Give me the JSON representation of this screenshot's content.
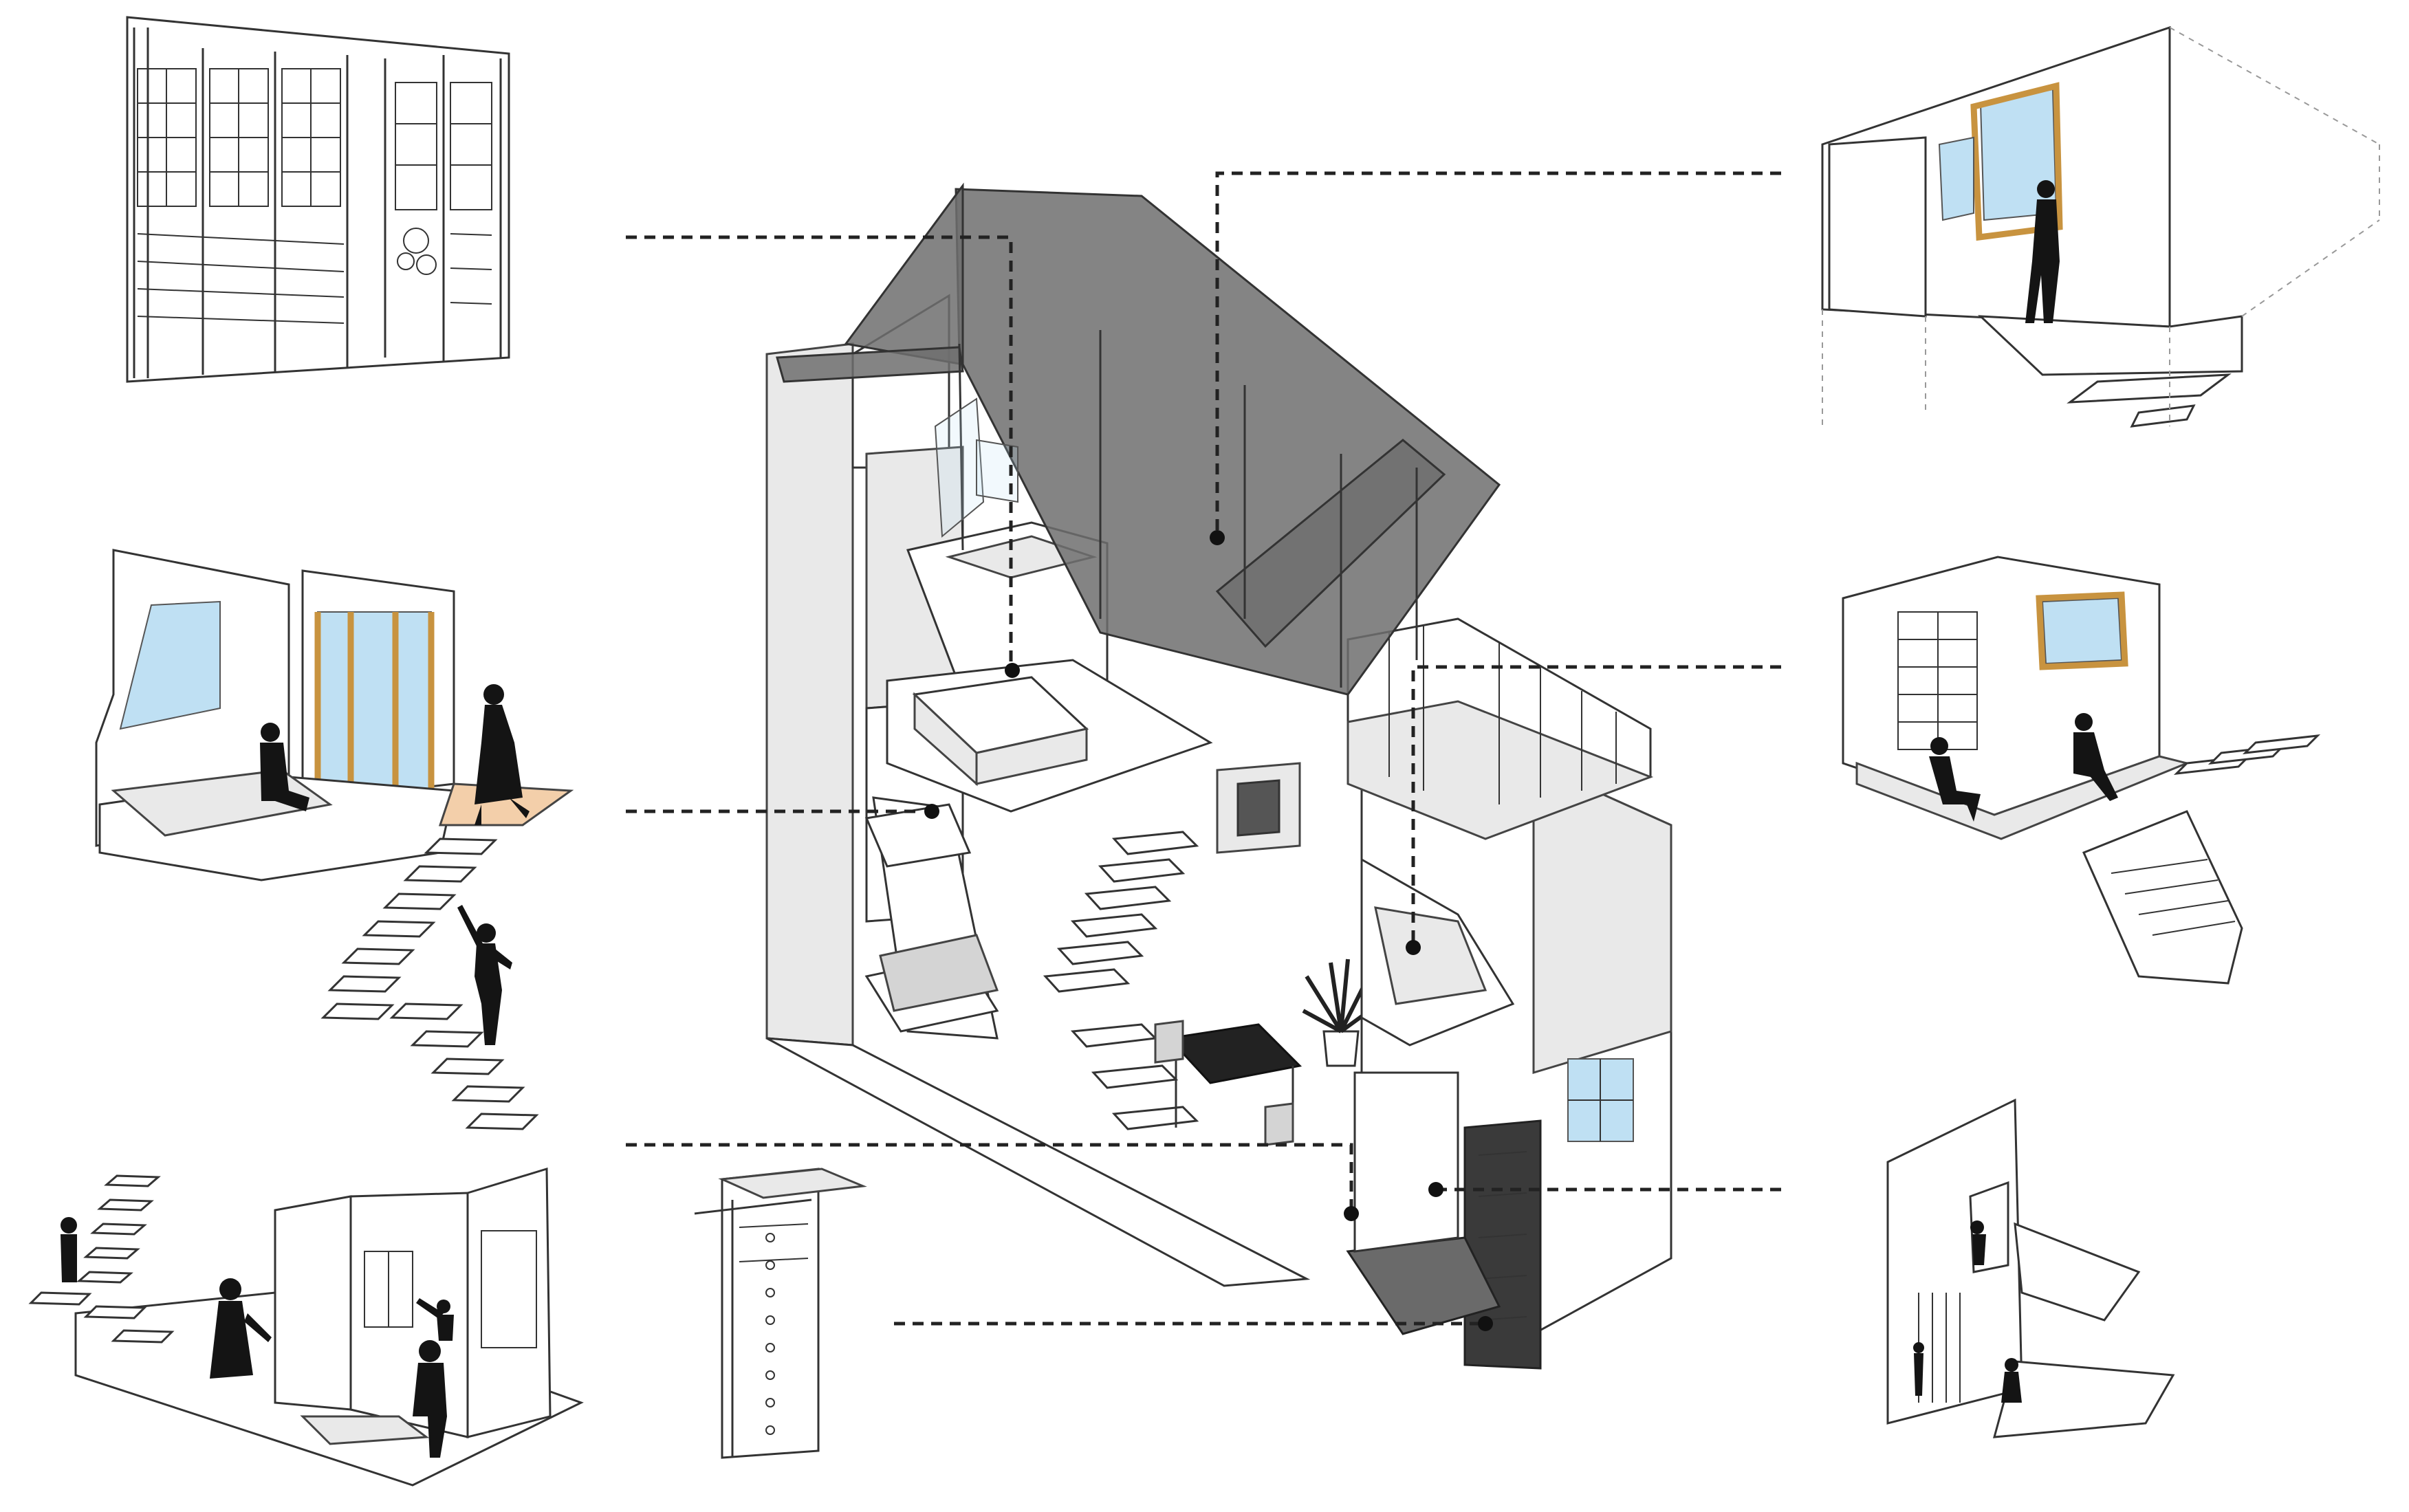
{
  "colors": {
    "leader": "#222222",
    "roof_mesh": "#6f6f6f",
    "glass": "#bfe0f3",
    "wood_frame": "#c8933f",
    "floor_accent": "#f3cfaa",
    "green_wall": "#dcefdc"
  },
  "vignettes": [
    {
      "name": "folding-window-panels"
    },
    {
      "name": "loft-sitting-room"
    },
    {
      "name": "ground-entry-room"
    },
    {
      "name": "climbing-wall-bars"
    },
    {
      "name": "attic-window-bridge"
    },
    {
      "name": "study-room"
    },
    {
      "name": "green-climbing-wall"
    }
  ]
}
